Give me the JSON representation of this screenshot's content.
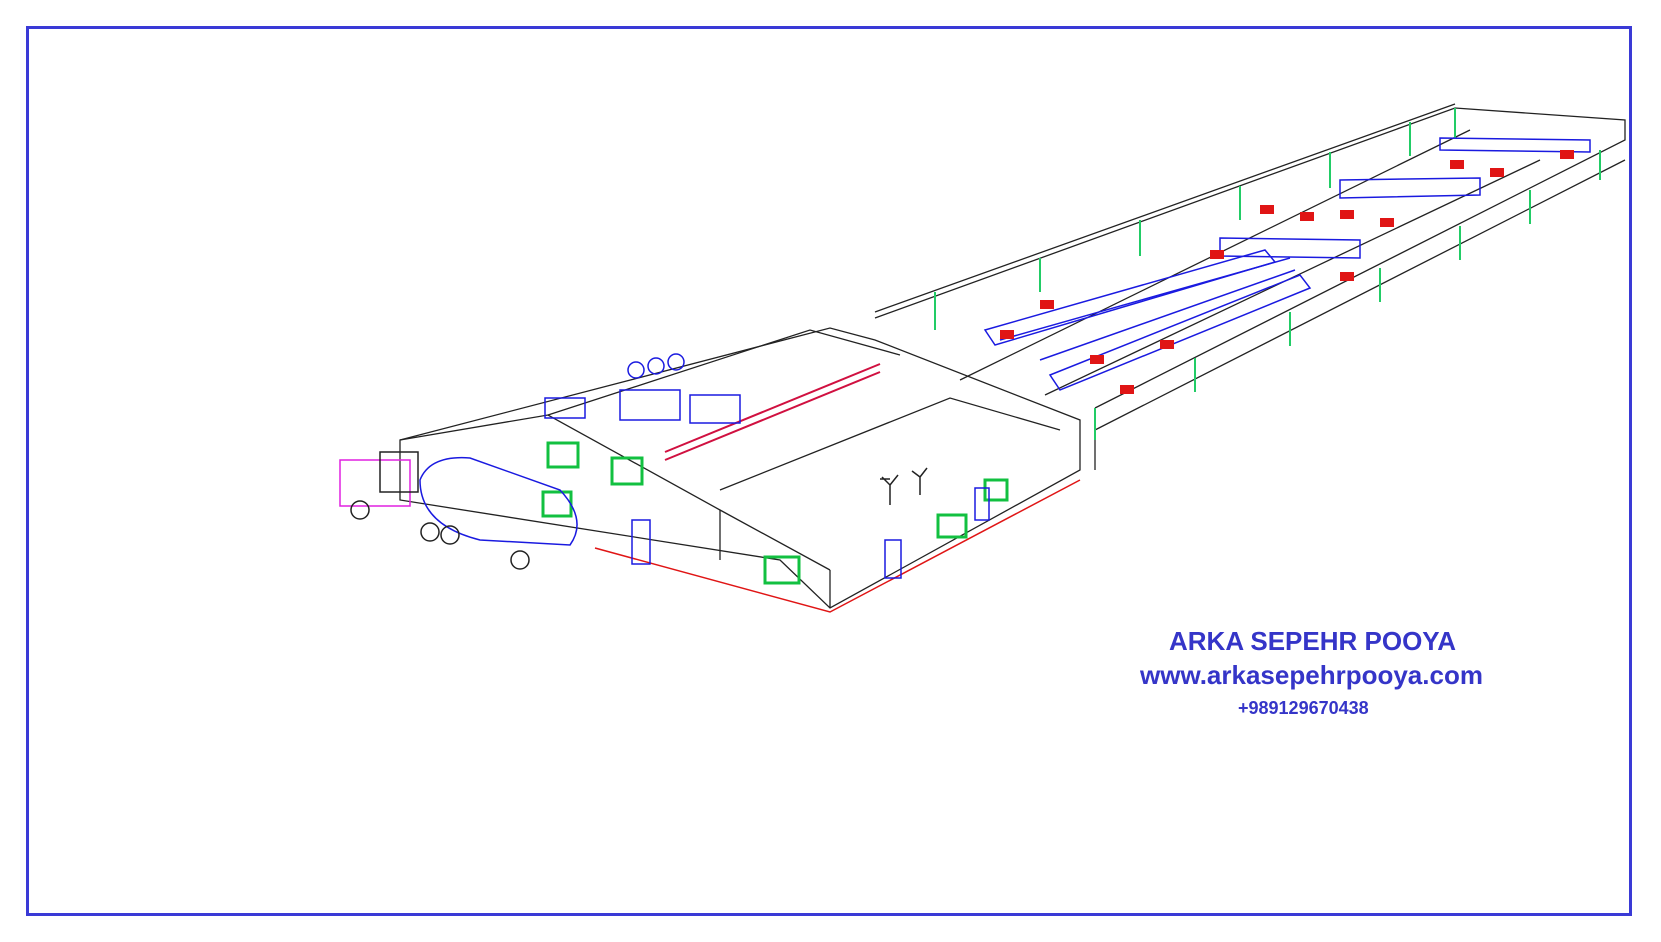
{
  "caption": {
    "company": "ARKA SEPEHR POOYA",
    "website": "www.arkasepehrpooya.com",
    "phone": "+989129670438"
  },
  "colors": {
    "frame": "#3a3ad6",
    "text": "#3535c8",
    "outline": "#222222",
    "equipment": "#1a1ae0",
    "cows": "#e01515",
    "posts": "#22cc66",
    "windows": "#12c040"
  }
}
